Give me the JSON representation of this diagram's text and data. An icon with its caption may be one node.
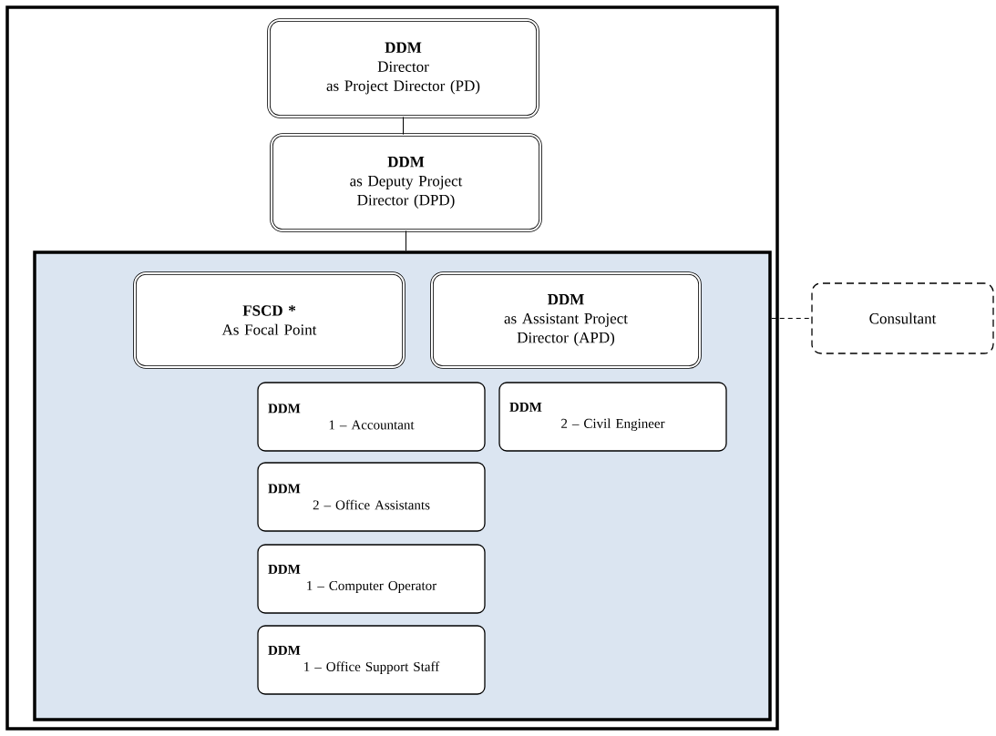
{
  "diagram": {
    "nodes": [
      {
        "text": [],
        "shape": "box"
      },
      {
        "text": [
          "DDM",
          "Director",
          "as Project Director (PD)"
        ],
        "in": 0
      },
      {
        "text": [
          "DDM",
          "as Deputy Project Director (DPD)"
        ],
        "in": 0
      },
      {
        "text": [],
        "shape": "box",
        "in": 0
      },
      {
        "text": [
          "FSCD *",
          "As Focal Point"
        ],
        "in": 3
      },
      {
        "text": [
          "DDM",
          "as Assistant Project Director (APD)"
        ],
        "in": 3
      },
      {
        "text": [
          "DDM",
          "1 – Accountant"
        ],
        "in": 3
      },
      {
        "text": [
          "DDM",
          "2 – Civil Engineer"
        ],
        "in": 3
      },
      {
        "text": [
          "DDM",
          "2 – Office Assistants"
        ],
        "in": 3
      },
      {
        "text": [
          "DDM",
          "1 – Computer Operator"
        ],
        "in": 3
      },
      {
        "text": [
          "DDM",
          "1 – Office Support Staff"
        ],
        "in": 3
      },
      {
        "text": [
          "Consultant"
        ]
      }
    ],
    "edges": [
      {
        "from": 1,
        "to": 2,
        "arrow": "none"
      },
      {
        "from": 2,
        "to": 3,
        "arrow": "none"
      },
      {
        "from": 3,
        "to": 11,
        "arrow": "none",
        "style": "dashed"
      }
    ]
  }
}
